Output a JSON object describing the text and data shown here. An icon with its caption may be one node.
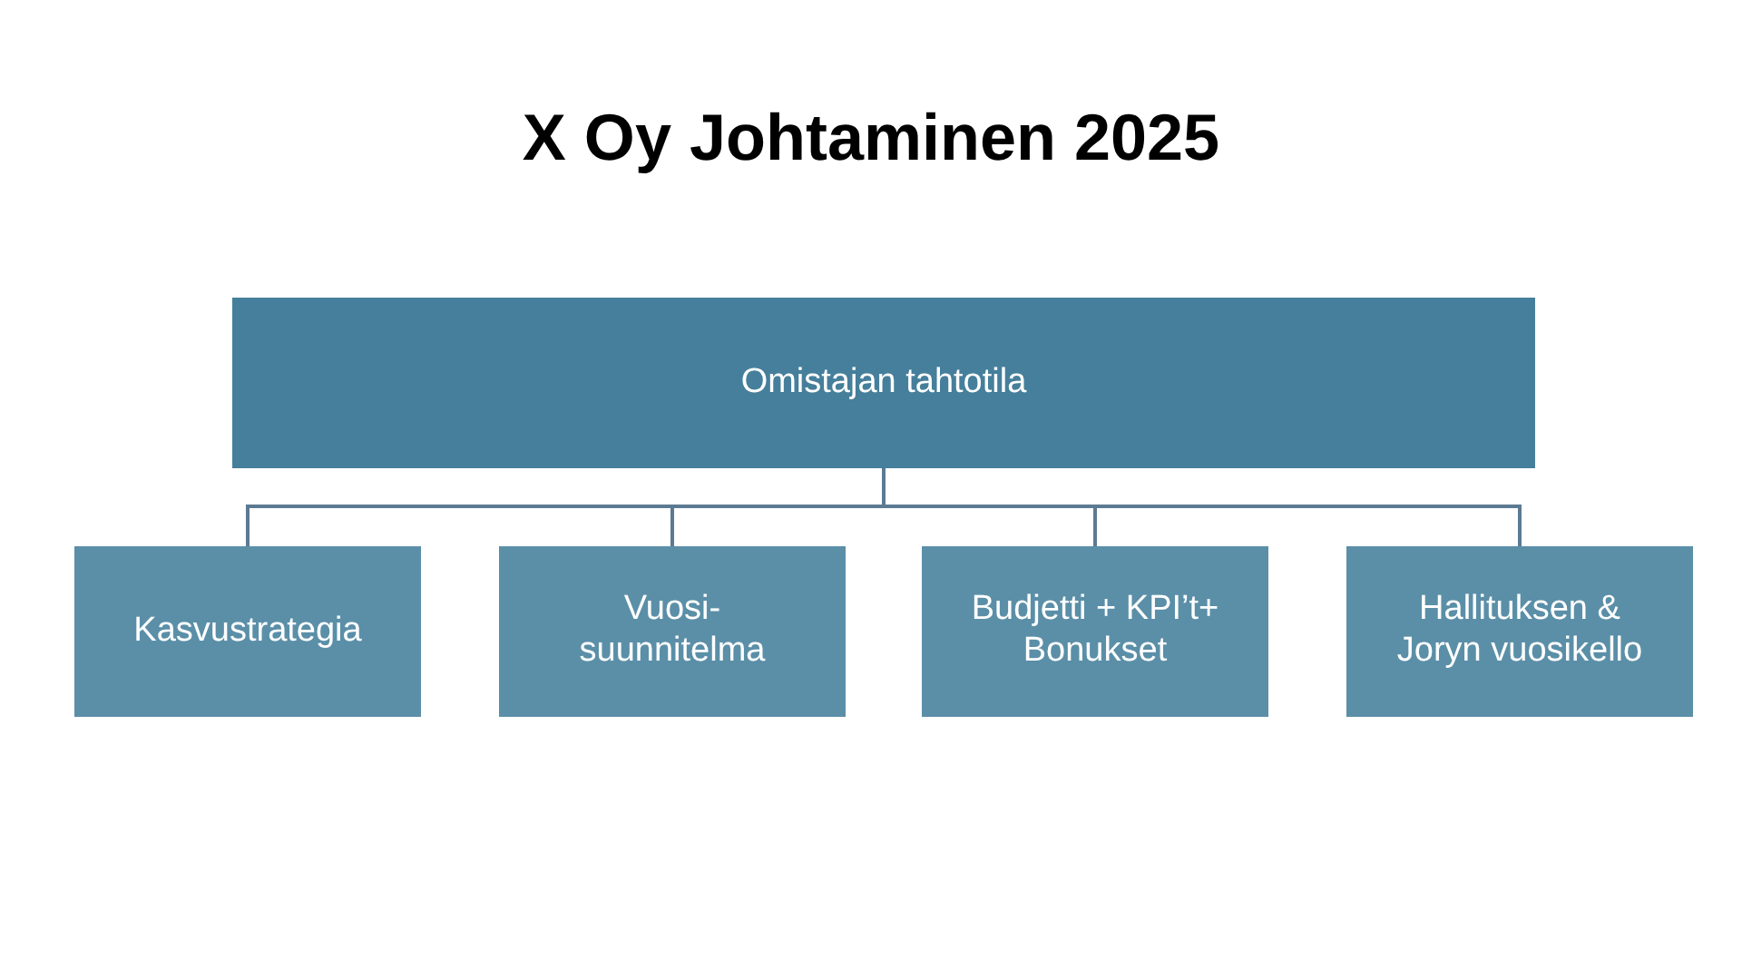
{
  "diagram": {
    "title": "X Oy Johtaminen 2025",
    "nodes": [
      {
        "text": [
          "Omistajan tahtotila"
        ]
      },
      {
        "text": [
          "Kasvustrategia"
        ]
      },
      {
        "text": [
          "Vuosi- suunnitelma"
        ]
      },
      {
        "text": [
          "Budjetti + KPI’t+ Bonukset"
        ]
      },
      {
        "text": [
          "Hallituksen & Joryn vuosikello"
        ]
      }
    ],
    "edges": [
      {
        "from": 0,
        "to": 1,
        "arrow": "none"
      },
      {
        "from": 0,
        "to": 2,
        "arrow": "none"
      },
      {
        "from": 0,
        "to": 3,
        "arrow": "none"
      },
      {
        "from": 0,
        "to": 4,
        "arrow": "none"
      }
    ]
  }
}
